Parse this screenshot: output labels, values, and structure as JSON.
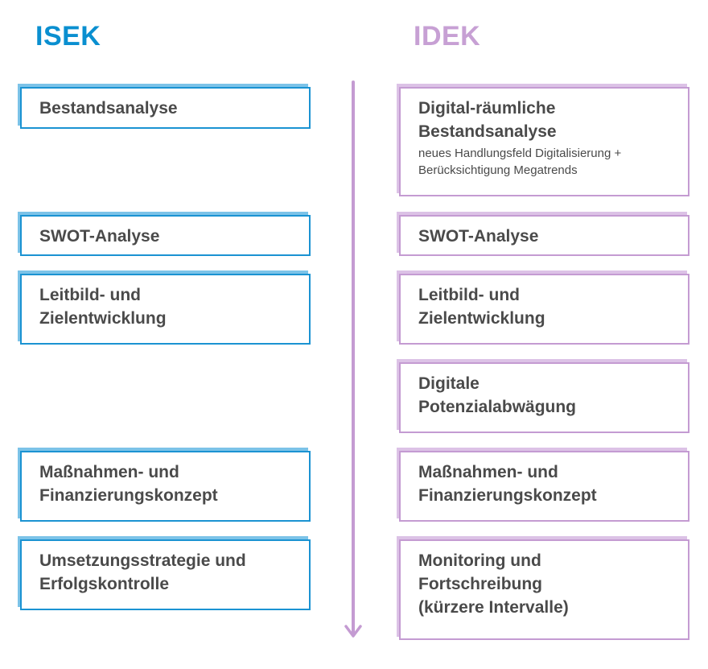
{
  "isek": {
    "title": "ISEK",
    "color": "#0a8fd0",
    "steps": [
      {
        "label": "Bestandsanalyse"
      },
      {
        "label": "SWOT-Analyse"
      },
      {
        "label": "Leitbild- und\nZielentwicklung"
      },
      {
        "label": "Maßnahmen- und\nFinanzierungskonzept"
      },
      {
        "label": "Umsetzungsstrategie und\nErfolgskontrolle"
      }
    ]
  },
  "idek": {
    "title": "IDEK",
    "color": "#c7a0d4",
    "steps": [
      {
        "label": "Digital-räumliche\nBestandsanalyse",
        "note": "neues Handlungsfeld Digitalisierung +\nBerücksichtigung Megatrends"
      },
      {
        "label": "SWOT-Analyse"
      },
      {
        "label": "Leitbild- und\nZielentwicklung"
      },
      {
        "label": "Digitale\nPotenzialabwägung"
      },
      {
        "label": "Maßnahmen- und\nFinanzierungskonzept"
      },
      {
        "label": "Monitoring und\nFortschreibung\n(kürzere Intervalle)"
      }
    ]
  }
}
